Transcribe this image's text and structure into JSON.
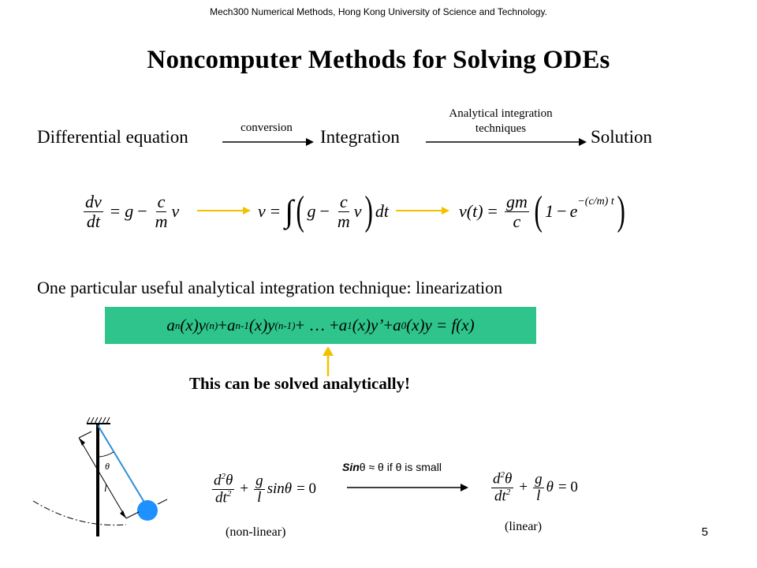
{
  "header": {
    "course": "Mech300 Numerical Methods, Hong Kong University of Science and Technology."
  },
  "title": "Noncomputer  Methods for Solving ODEs",
  "flow": {
    "step1": "Differential equation",
    "arrow1_label": "conversion",
    "step2": "Integration",
    "arrow2_label_line1": "Analytical integration",
    "arrow2_label_line2": "techniques",
    "step3": "Solution"
  },
  "example": {
    "eq1": {
      "d1": "dv",
      "d2": "dt",
      "eq": "=",
      "g": "g",
      "minus": "−",
      "c": "c",
      "m": "m",
      "v": "v"
    },
    "eq2": {
      "v": "v",
      "eq": "=",
      "int": "∫",
      "g": "g",
      "minus": "−",
      "c": "c",
      "m": "m",
      "v2": "v",
      "dt": "dt"
    },
    "eq3": {
      "lhs": "v(t)",
      "eq": "=",
      "gm": "gm",
      "c": "c",
      "one": "1",
      "minus": "−",
      "e": "e",
      "exp": "−(c/m) t"
    }
  },
  "linearization": {
    "intro": "One particular useful analytical integration technique: linearization",
    "formula": {
      "t1": "a",
      "t1sub": "n",
      "t1b": "(x)y",
      "t1sup": "(n)",
      "plus1": " + ",
      "t2": "a",
      "t2sub": "n-1",
      "t2b": "(x)y",
      "t2sup": "(n-1)",
      "plus2": " + … +",
      "t3": "a",
      "t3sub": "1",
      "t3b": "(x)y’",
      "plus3": " + ",
      "t4": "a",
      "t4sub": "0",
      "t4b": "(x)y = f(x)"
    },
    "note": "This can be solved analytically!"
  },
  "pendulum": {
    "theta_label": "θ",
    "l_label": "l",
    "nonlinear_eq": {
      "d2": "d",
      "sq": "2",
      "theta": "θ",
      "dt": "dt",
      "plus": "+",
      "g": "g",
      "l": "l",
      "sin": "sin",
      "eq0": "= 0"
    },
    "approx_label_bold": "Sin",
    "approx_label_rest": "θ ≈ θ if θ is small",
    "linear_eq": {
      "d2": "d",
      "sq": "2",
      "theta": "θ",
      "dt": "dt",
      "plus": "+",
      "g": "g",
      "l": "l",
      "eq0": "= 0"
    },
    "nonlinear_tag": "(non-linear)",
    "linear_tag": "(linear)"
  },
  "page_number": "5",
  "colors": {
    "green_box": "#2ec48c",
    "yellow_arrow": "#f2c100",
    "pendulum_line": "#2e8fd6",
    "bob": "#1e90ff"
  }
}
